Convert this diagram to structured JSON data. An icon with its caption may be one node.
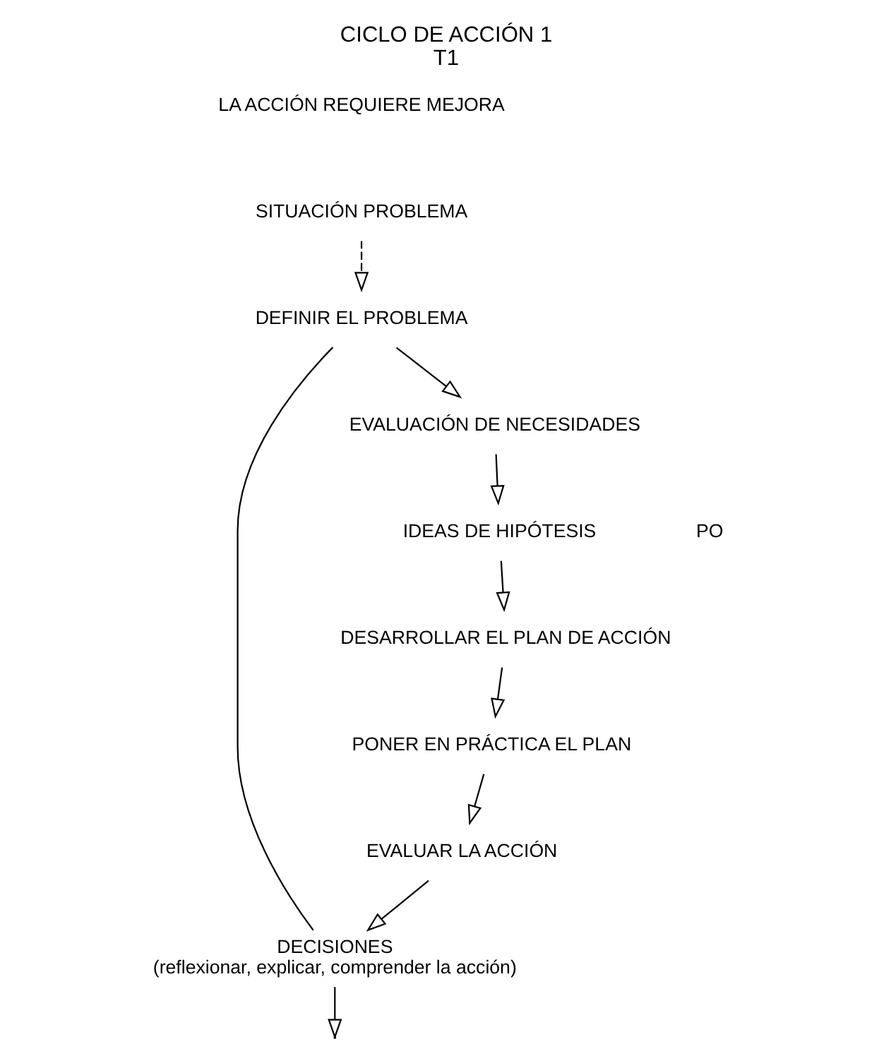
{
  "diagram": {
    "title": "CICLO DE ACCIÓN 1",
    "caption": "T1",
    "nodes": [
      {
        "text": [
          "SITUACIÓN PROBLEMA"
        ]
      },
      {
        "text": [
          "DECISIONES",
          "(reflexionar, explicar, comprender la acción)"
        ]
      },
      {
        "text": [
          "DEFINIR EL PROBLEMA"
        ]
      },
      {
        "text": [
          "EVALUACIÓN DE NECESIDADES"
        ]
      },
      {
        "text": [
          "IDEAS DE HIPÓTESIS"
        ]
      },
      {
        "text": [
          "DESARROLLAR EL PLAN DE ACCIÓN"
        ]
      },
      {
        "text": [
          "PONER EN PRÁCTICA EL PLAN"
        ]
      },
      {
        "text": [
          "EVALUAR LA ACCIÓN"
        ]
      }
    ],
    "edges": [
      {
        "from": 0,
        "to": 2,
        "arrow": "to",
        "style": "dashed"
      },
      {
        "from": 1,
        "to": 2,
        "arrow": "none"
      },
      {
        "from": 1,
        "to": null,
        "arrow": "to"
      },
      {
        "from": 2,
        "to": 3,
        "arrow": "to"
      },
      {
        "from": 3,
        "to": 4,
        "arrow": "to"
      },
      {
        "from": 4,
        "to": 5,
        "arrow": "to"
      },
      {
        "from": 5,
        "to": 6,
        "arrow": "to"
      },
      {
        "from": 6,
        "to": 7,
        "arrow": "to"
      },
      {
        "from": 7,
        "to": 1,
        "arrow": "to"
      }
    ],
    "labels": [
      "LA ACCIÓN REQUIERE MEJORA",
      "PO"
    ]
  }
}
